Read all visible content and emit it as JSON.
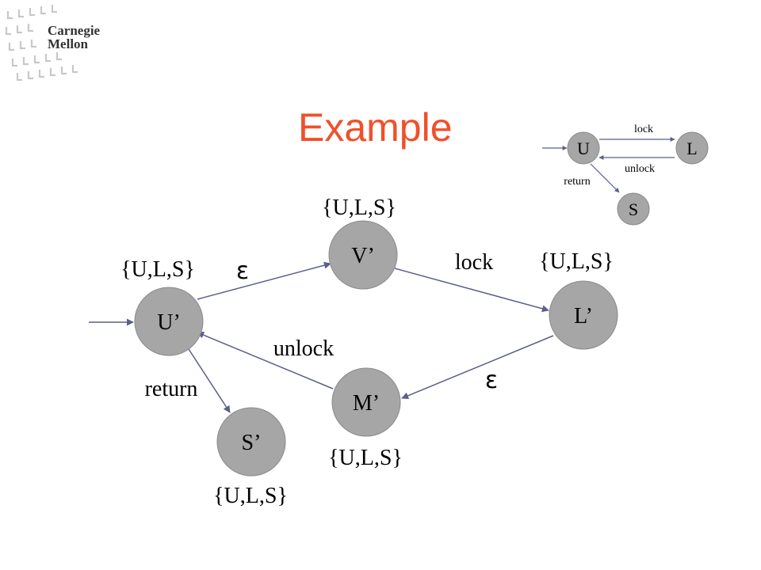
{
  "logo": {
    "line1": "Carnegie",
    "line2": "Mellon"
  },
  "slide": {
    "title": "Example"
  },
  "colors": {
    "title": "#f0502a",
    "node_fill": "#a6a6a6",
    "edge": "#5a5f8a"
  },
  "mini_graph": {
    "nodes": {
      "u": "U",
      "l": "L",
      "s": "S"
    },
    "edges": {
      "lock": "lock",
      "unlock": "unlock",
      "return": "return"
    }
  },
  "main_graph": {
    "nodes": {
      "u": "U’",
      "v": "V’",
      "l": "L’",
      "m": "M’",
      "s": "S’"
    },
    "sets": {
      "u": "{U,L,S}",
      "v": "{U,L,S}",
      "l": "{U,L,S}",
      "m": "{U,L,S}",
      "s": "{U,L,S}"
    },
    "edges": {
      "eps_uv": "ε",
      "lock": "lock",
      "eps_lm": "ε",
      "unlock": "unlock",
      "return": "return"
    }
  }
}
